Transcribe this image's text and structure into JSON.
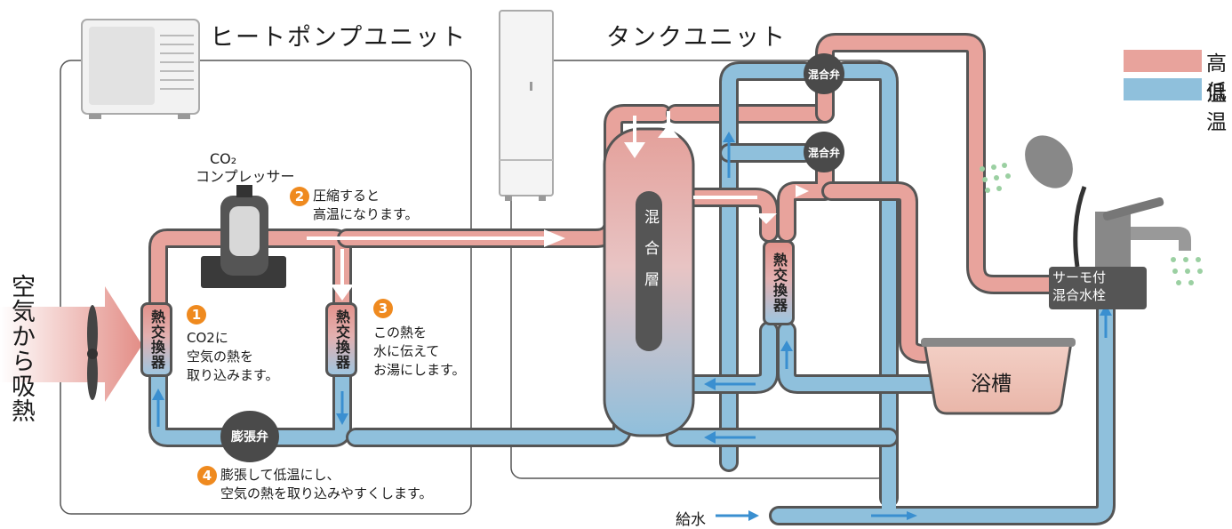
{
  "titles": {
    "heat_pump_unit": "ヒートポンプユニット",
    "tank_unit": "タンクユニット"
  },
  "legend": {
    "hot": {
      "label": "高温",
      "color": "#e8a39c"
    },
    "cold": {
      "label": "低温",
      "color": "#8fc0dc"
    }
  },
  "left_label": "空気から吸熱",
  "compressor": {
    "line1": "CO₂",
    "line2": "コンプレッサー"
  },
  "steps": [
    {
      "num": "1",
      "lines": [
        "CO2に",
        "空気の熱を",
        "取り込みます。"
      ]
    },
    {
      "num": "2",
      "lines": [
        "圧縮すると",
        "高温になります。"
      ]
    },
    {
      "num": "3",
      "lines": [
        "この熱を",
        "水に伝えて",
        "お湯にします。"
      ]
    },
    {
      "num": "4",
      "lines": [
        "膨張して低温にし、",
        "空気の熱を取り込みやすくします。"
      ]
    }
  ],
  "heat_exchanger_label": "熱交換器",
  "expansion_valve": "膨張弁",
  "mixing_layer": "混合層",
  "mixing_valve": "混合弁",
  "faucet": {
    "line1": "サーモ付",
    "line2": "混合水栓"
  },
  "bathtub": "浴槽",
  "water_supply": "給水",
  "pipe_colors": {
    "hot": "#e8a39c",
    "cold": "#8fc0dc",
    "arrow": "#3a8fd0"
  }
}
